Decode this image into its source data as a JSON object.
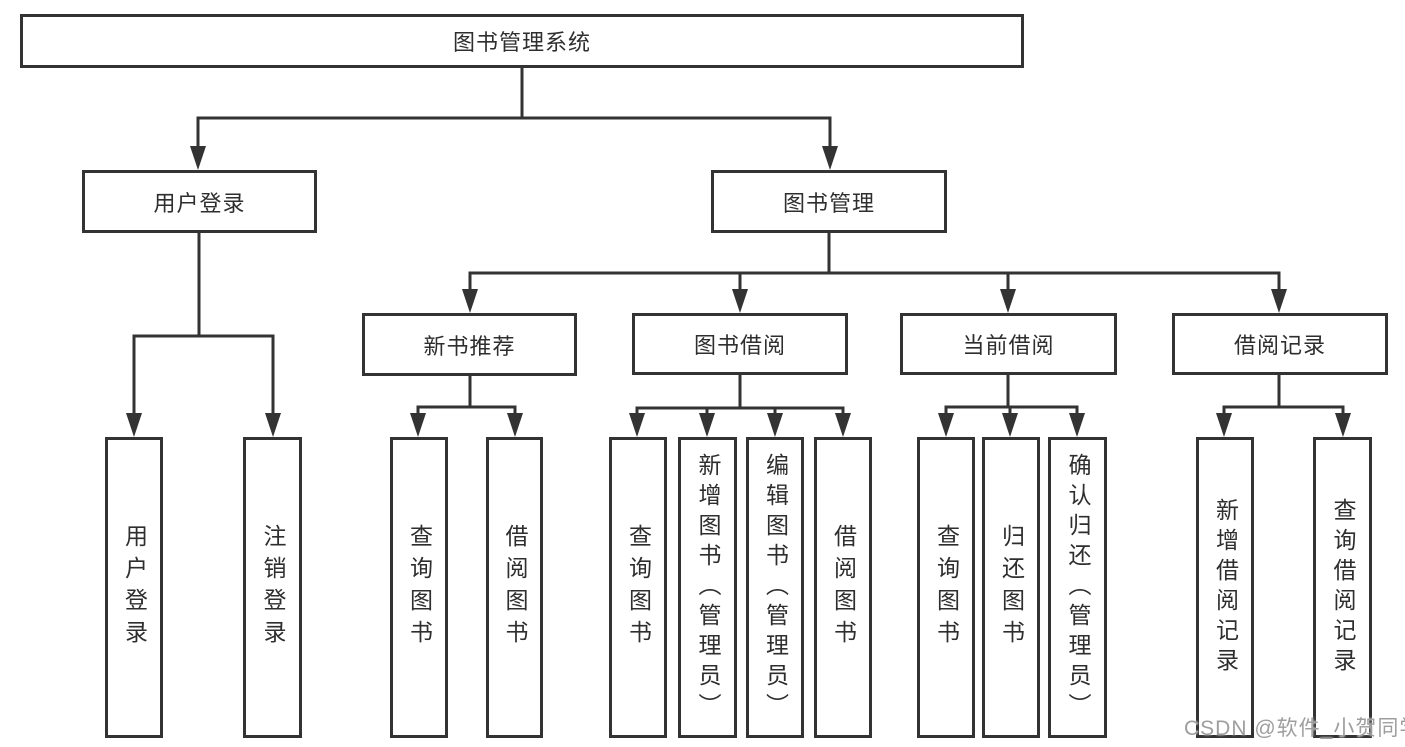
{
  "diagram": {
    "title_node": "图书管理系统",
    "root": {
      "label": "图书管理系统"
    },
    "branches": [
      {
        "label": "用户登录",
        "children": [
          {
            "label": "用户登录"
          },
          {
            "label": "注销登录"
          }
        ]
      },
      {
        "label": "图书管理",
        "children": [
          {
            "label": "新书推荐",
            "children": [
              {
                "label": "查询图书"
              },
              {
                "label": "借阅图书"
              }
            ]
          },
          {
            "label": "图书借阅",
            "children": [
              {
                "label": "查询图书"
              },
              {
                "label": "新增图书（管理员）"
              },
              {
                "label": "编辑图书（管理员）"
              },
              {
                "label": "借阅图书"
              }
            ]
          },
          {
            "label": "当前借阅",
            "children": [
              {
                "label": "查询图书"
              },
              {
                "label": "归还图书"
              },
              {
                "label": "确认归还（管理员）"
              }
            ]
          },
          {
            "label": "借阅记录",
            "children": [
              {
                "label": "新增借阅记录"
              },
              {
                "label": "查询借阅记录"
              }
            ]
          }
        ]
      }
    ],
    "watermark": "CSDN @软件_小贺同学",
    "colors": {
      "line": "#333333",
      "box_border": "#333333",
      "text": "#2e2e2e",
      "background": "#ffffff",
      "watermark": "#9e9e9e"
    }
  }
}
